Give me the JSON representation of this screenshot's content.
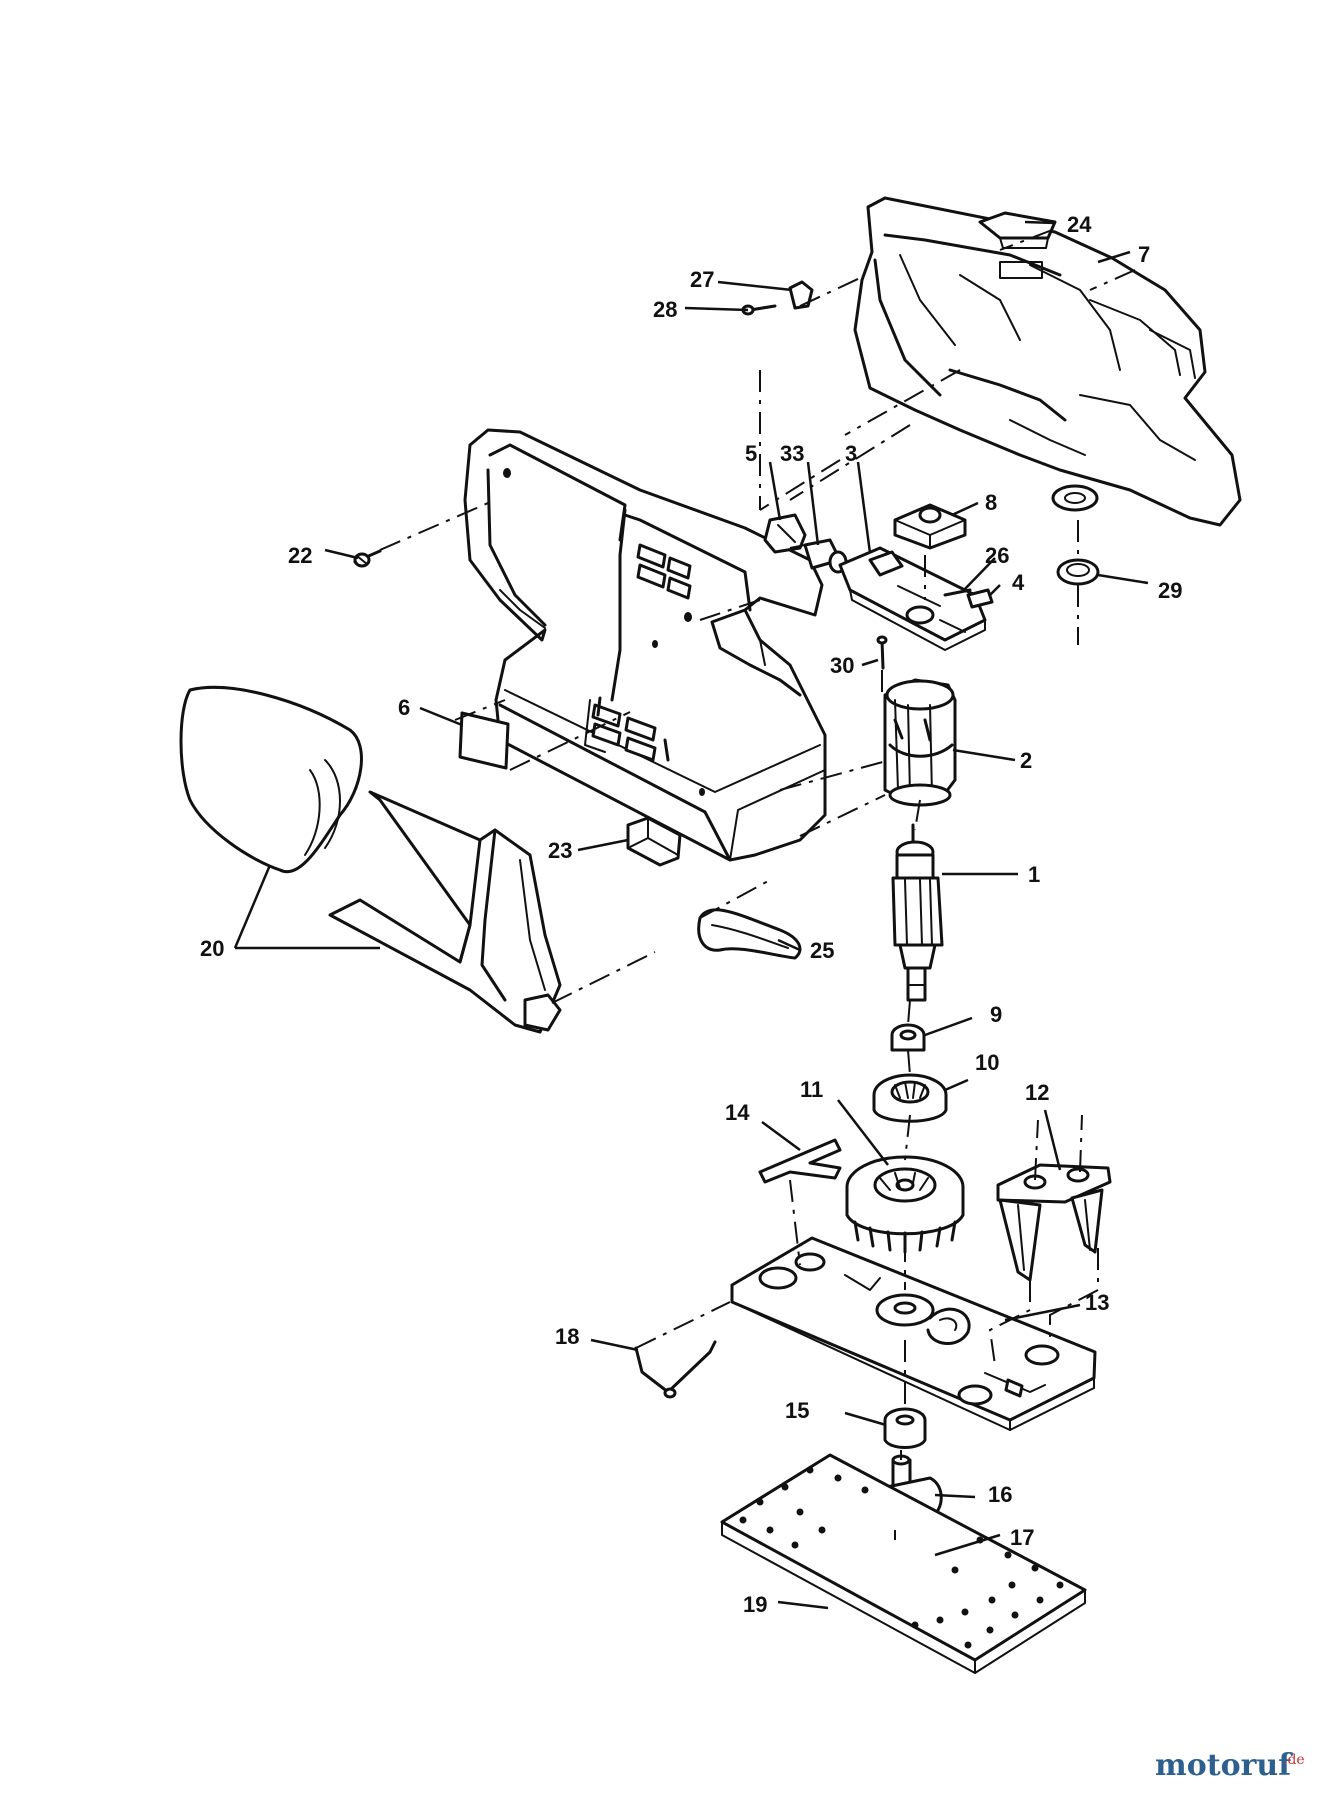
{
  "diagram": {
    "labels": [
      "1",
      "2",
      "3",
      "4",
      "5",
      "6",
      "7",
      "8",
      "9",
      "10",
      "11",
      "12",
      "13",
      "14",
      "15",
      "16",
      "17",
      "18",
      "19",
      "20",
      "22",
      "23",
      "24",
      "25",
      "26",
      "27",
      "28",
      "29",
      "30",
      "33"
    ]
  },
  "watermark": {
    "text_main": "motoruf",
    "text_suffix": ".de",
    "colors": {
      "main": "#2d5f8f",
      "suffix": "#c23838"
    }
  }
}
